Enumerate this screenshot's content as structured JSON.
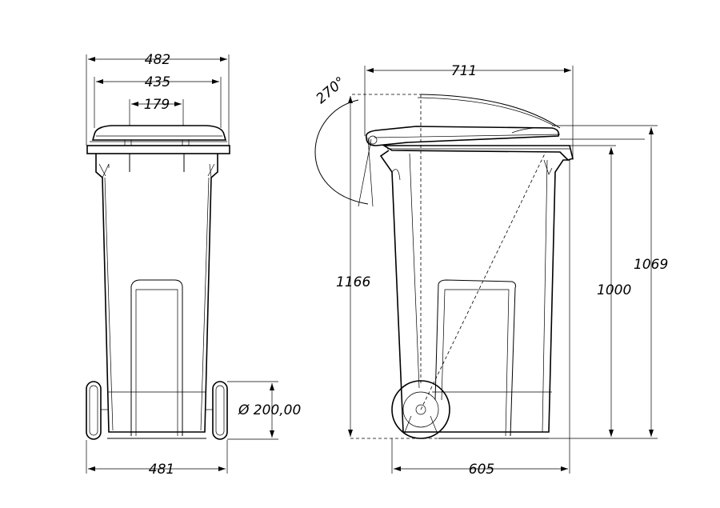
{
  "front_view": {
    "dim_top_overall": "482",
    "dim_rim": "435",
    "dim_handle": "179",
    "dim_bottom": "481",
    "dim_wheel_diameter": "Ø 200,00"
  },
  "side_view": {
    "dim_depth_top": "711",
    "dim_lid_angle": "270°",
    "dim_total_open_height": "1166",
    "dim_body_height": "1000",
    "dim_closed_height": "1069",
    "dim_bottom_depth": "605"
  }
}
